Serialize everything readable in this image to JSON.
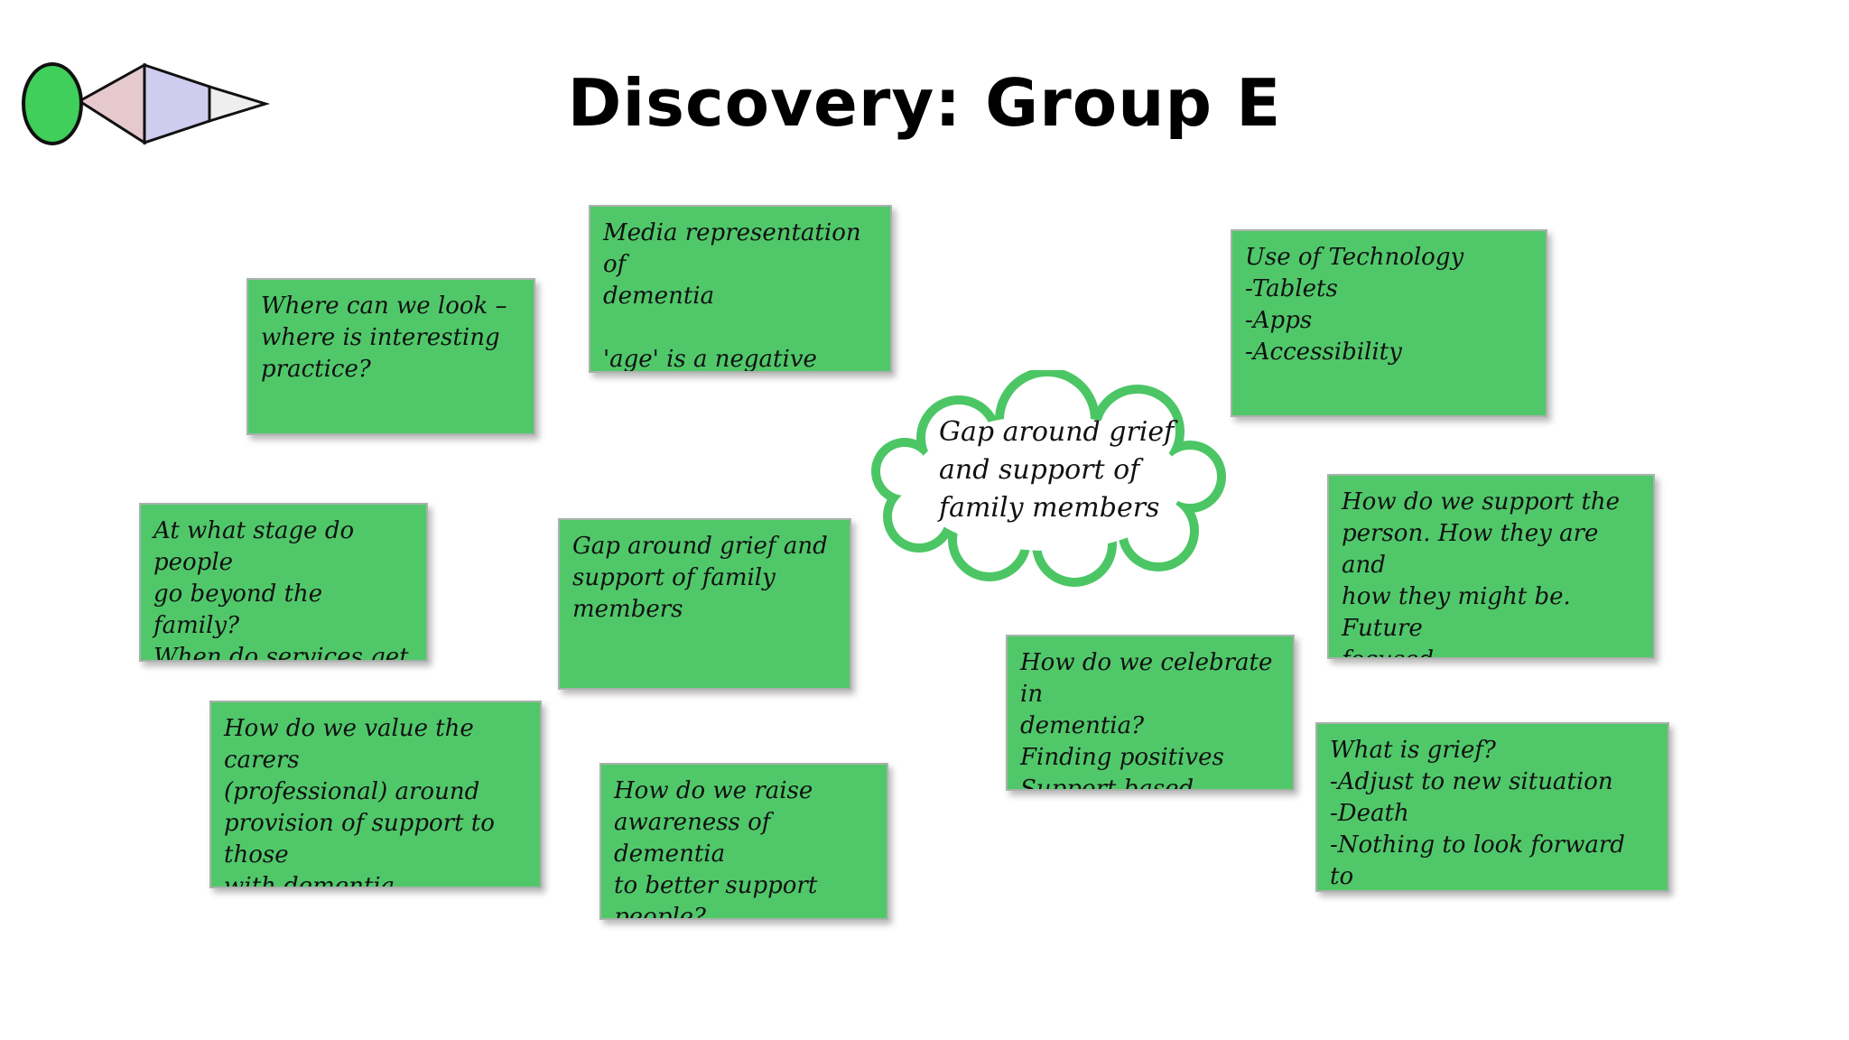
{
  "title": "Discovery: Group E",
  "logo": {
    "icon": "fish-arrow-logo",
    "colors": [
      "#3fcf5a",
      "#e6c9cd",
      "#cfcdef",
      "#eeeeee"
    ]
  },
  "cloud": {
    "text": "Gap around grief\nand support of\nfamily members"
  },
  "notes": [
    {
      "id": "media",
      "text": "Media representation of\ndementia\n\n'age' is a negative word"
    },
    {
      "id": "where",
      "text": "Where can we look –\nwhere is interesting\npractice?"
    },
    {
      "id": "technology",
      "text": "Use of Technology\n-Tablets\n-Apps\n-Accessibility"
    },
    {
      "id": "stage",
      "text": "At what stage do people\ngo beyond the family?\nWhen do services get\ninvolved?"
    },
    {
      "id": "gap",
      "text": "Gap around grief and\nsupport of family\nmembers"
    },
    {
      "id": "support-person",
      "text": "How do we support the\nperson. How they are and\nhow they might be. Future\nfocused"
    },
    {
      "id": "celebrate",
      "text": "How do we celebrate in\ndementia?\nFinding positives\nSupport based activity"
    },
    {
      "id": "carers",
      "text": "How do we value the carers\n(professional) around\nprovision of support to those\nwith dementia"
    },
    {
      "id": "awareness",
      "text": "How do we raise\nawareness of dementia\nto better support people?"
    },
    {
      "id": "grief",
      "text": "What is grief?\n-Adjust to new situation\n-Death\n-Nothing to look forward to"
    }
  ],
  "colors": {
    "note_fill": "#50c86a",
    "cloud_stroke": "#4cc665",
    "title": "#000000"
  }
}
